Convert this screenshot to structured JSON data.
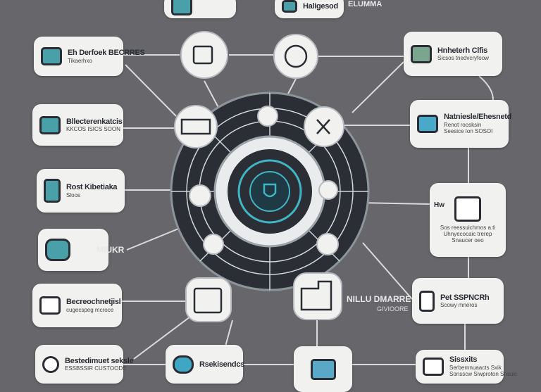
{
  "colors": {
    "background": "#67676b",
    "card": "#f1f1f0",
    "hub_dark": "#2b2e35",
    "accent": "#3fb6c4",
    "icon_teal": "#4aa0a8"
  },
  "top": {
    "card_b_title": "Haligesod",
    "label": "ELUMMA"
  },
  "left": [
    {
      "title": "Eh Derfoek BECRRES",
      "sub": "Tikaerhxo",
      "icon": "cloud-icon"
    },
    {
      "title": "Bllecterenkatcis",
      "sub": "KKCOS ISICS SOON",
      "icon": "folder-icon"
    },
    {
      "title": "Rost Kibetiaka",
      "sub": "Sloos",
      "icon": "tablet-icon"
    },
    {
      "title": "",
      "sub": "",
      "icon": "chip-icon",
      "outside_label": "MIUKR"
    },
    {
      "title": "Becreochnetjisl",
      "sub": "cugecspeg mcroce",
      "icon": "cloud-icon"
    },
    {
      "title": "Bestedimuet seksle",
      "sub": "ESSBSSIR CUSTOODE",
      "icon": "globe-icon"
    }
  ],
  "bottom": {
    "middle_title": "Rsekisendcs"
  },
  "right": [
    {
      "title": "Hnheterh Clfis",
      "sub": "Sicsos tnedvcryfoow",
      "icon": "monitor-icon"
    },
    {
      "title": "Natniesle/Ehesnetd",
      "sub": "Renot roosksin",
      "sub2": "Seesice Ion SOSOI",
      "icon": "laptop-icon"
    },
    {
      "title": "Sos reessuichmos a.ti",
      "sub": "Uhnyecocaic trerep",
      "sub2": "Snaucer oeo",
      "icon": "server-icon",
      "outside_label": "Hw"
    },
    {
      "title": "Pet SSPNCRh",
      "sub": "Scowy mneros",
      "icon": "document-icon"
    },
    {
      "title": "Sissxits",
      "sub": "Serbernnuaacts Sxik",
      "sub2": "Sonsscw Siwproton Sosuic",
      "icon": "screen-icon"
    }
  ],
  "center_label": {
    "title": "NILLU DMARRE",
    "sub": "GIVIOORE"
  },
  "hub": {
    "icon": "shield-icon"
  }
}
